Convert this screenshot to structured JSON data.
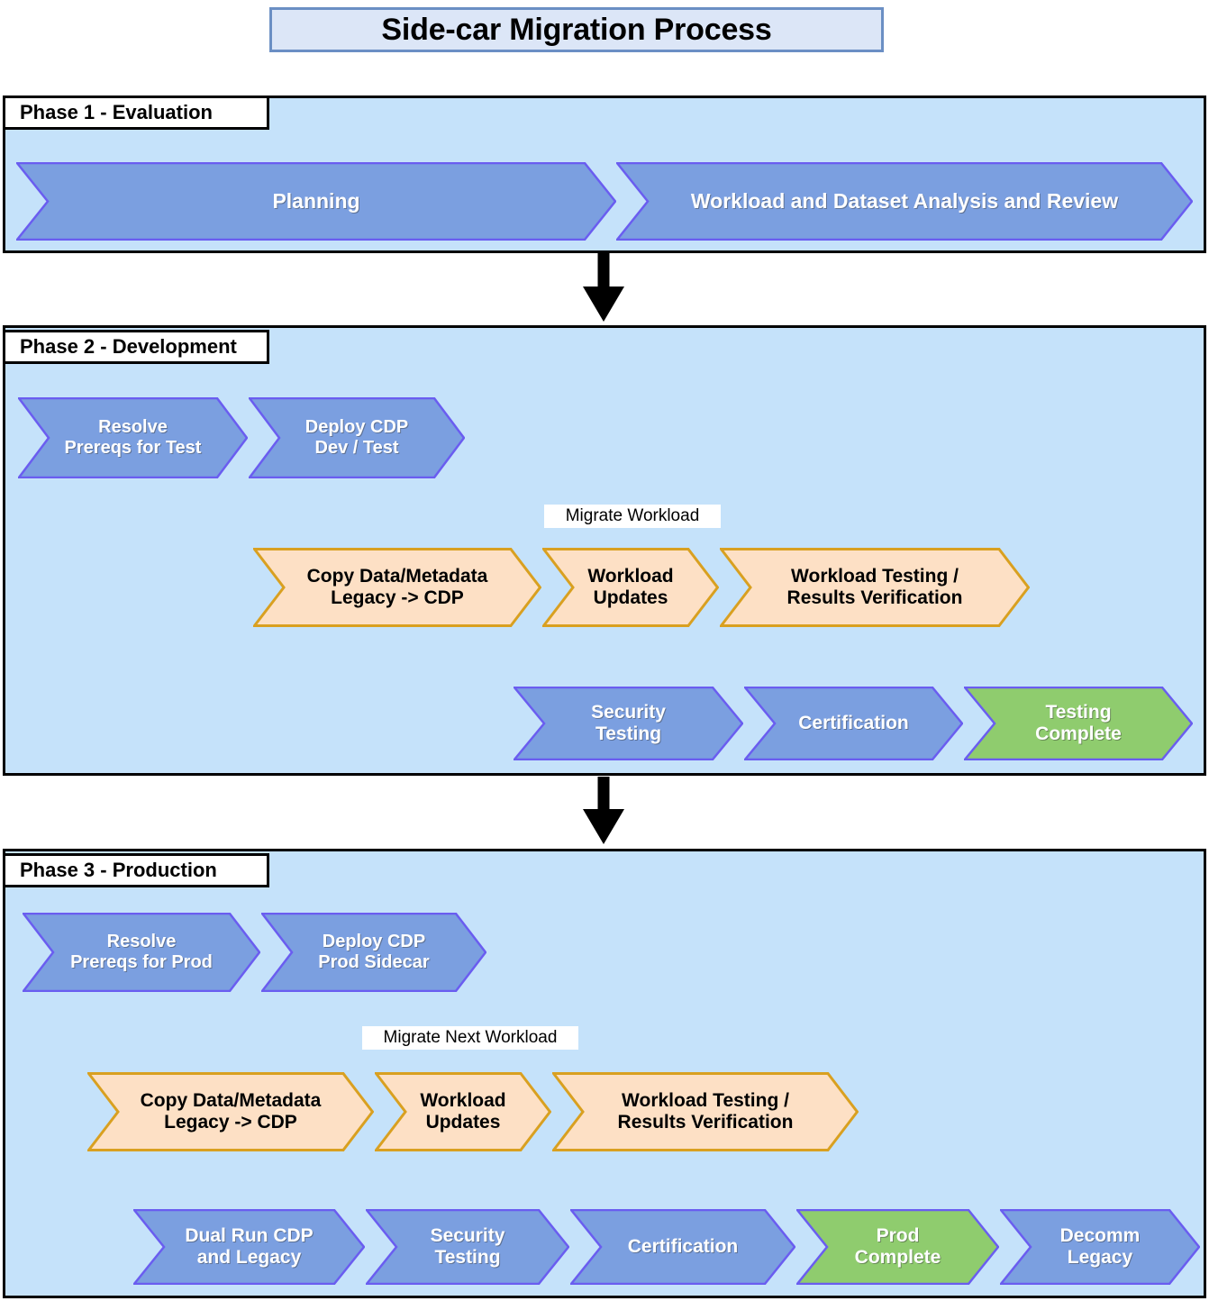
{
  "title": "Side-car Migration Process",
  "colors": {
    "phase_bg": "#c5e2fa",
    "title_bg": "#dce6f7",
    "title_border": "#6b8fc4",
    "chevron_blue_fill": "#7b9fe0",
    "chevron_blue_border": "#6a5df0",
    "chevron_orange_fill": "#fde0c5",
    "chevron_orange_border": "#d9a020",
    "chevron_green_fill": "#8fcc6e",
    "connector_green": "#7cb35e",
    "connector_orange": "#d9a020",
    "arrow_black": "#000000"
  },
  "phases": [
    {
      "label": "Phase 1 - Evaluation",
      "steps": [
        {
          "label": "Planning",
          "style": "blue"
        },
        {
          "label": "Workload and Dataset Analysis and Review",
          "style": "blue"
        }
      ]
    },
    {
      "label": "Phase 2 - Development",
      "edge_label": "Migrate Workload",
      "steps": [
        {
          "label": "Resolve\nPrereqs for Test",
          "style": "blue"
        },
        {
          "label": "Deploy CDP\nDev / Test",
          "style": "blue"
        },
        {
          "label": "Copy Data/Metadata\nLegacy -> CDP",
          "style": "orange"
        },
        {
          "label": "Workload\nUpdates",
          "style": "orange"
        },
        {
          "label": "Workload Testing /\nResults Verification",
          "style": "orange"
        },
        {
          "label": "Security\nTesting",
          "style": "blue"
        },
        {
          "label": "Certification",
          "style": "blue"
        },
        {
          "label": "Testing\nComplete",
          "style": "green"
        }
      ]
    },
    {
      "label": "Phase 3 - Production",
      "edge_label": "Migrate Next Workload",
      "steps": [
        {
          "label": "Resolve\nPrereqs for Prod",
          "style": "blue"
        },
        {
          "label": "Deploy CDP\nProd Sidecar",
          "style": "blue"
        },
        {
          "label": "Copy Data/Metadata\nLegacy -> CDP",
          "style": "orange"
        },
        {
          "label": "Workload\nUpdates",
          "style": "orange"
        },
        {
          "label": "Workload Testing /\nResults Verification",
          "style": "orange"
        },
        {
          "label": "Dual Run CDP\nand Legacy",
          "style": "blue"
        },
        {
          "label": "Security\nTesting",
          "style": "blue"
        },
        {
          "label": "Certification",
          "style": "blue"
        },
        {
          "label": "Prod\nComplete",
          "style": "green"
        },
        {
          "label": "Decomm\nLegacy",
          "style": "blue"
        }
      ]
    }
  ]
}
